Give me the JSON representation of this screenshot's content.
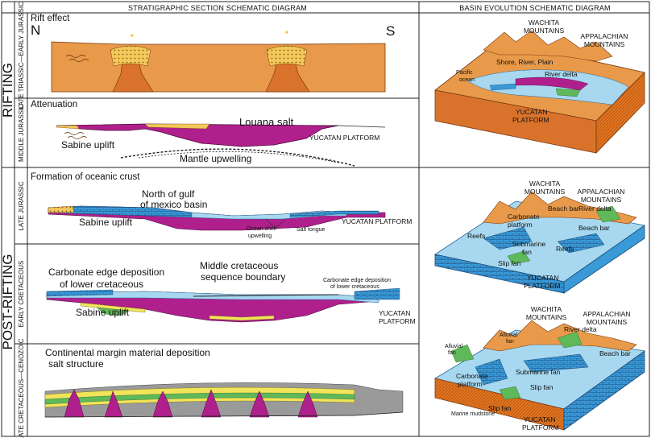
{
  "headers": {
    "section": "STRATIGRAPHIC SECTION SCHEMATIC DIAGRAM",
    "basin": "BASIN EVOLUTION SCHEMATIC DIAGRAM"
  },
  "stages": {
    "rifting": "RIFTING",
    "post_rifting": "POST-RIFTING"
  },
  "ages": {
    "late_triassic": "LATE TRIASSIC—EARLY JURASSIC",
    "middle_jurassic": "MIDDLE JURASSIC",
    "late_jurassic": "LATE JURASSIC",
    "early_cretaceous": "EARLY CRETACEOUS",
    "late_cretaceous": "LATE CRETACEOUS—CENOZOIC"
  },
  "panel1": {
    "title": "Rift effect",
    "north": "N",
    "south": "S"
  },
  "panel2": {
    "title": "Attenuation",
    "salt": "Louana salt",
    "sabine": "Sabine uplift",
    "yucatan": "YUCATAN PLATFORM",
    "mantle": "Mantle upwelling"
  },
  "panel3": {
    "title": "Formation of oceanic crust",
    "gulf_l1": "North of gulf",
    "gulf_l2": "of mexico basin",
    "sabine": "Sabine uplift",
    "ocean_l1": "Ocean shell",
    "ocean_l2": "upwelling",
    "salt_tongue": "Salt tongue",
    "yucatan": "YUCATAN PLATFORM"
  },
  "panel4": {
    "carb_l1": "Carbonate edge deposition",
    "carb_l2": "of lower cretaceous",
    "mid_l1": "Middle cretaceous",
    "mid_l2": "sequence boundary",
    "carb_r1": "Carbonate edge deposition",
    "carb_r2": "of lower cretaceous",
    "sabine": "Sabine uplift",
    "yuc_l1": "YUCATAN",
    "yuc_l2": "PLATFORM"
  },
  "panel5": {
    "title_l1": "Continental margin material deposition",
    "title_l2": "salt structure"
  },
  "block1": {
    "wachita_l1": "WACHITA",
    "wachita_l2": "MOUNTAINS",
    "app_l1": "APPALACHIAN",
    "app_l2": "MOUNTAINS",
    "shore": "Shore, River, Plain",
    "river_delta": "River delta",
    "pac_l1": "Pacific",
    "pac_l2": "ocean",
    "yuc_l1": "YUCATAN",
    "yuc_l2": "PLATFORM"
  },
  "block2": {
    "wachita_l1": "WACHITA",
    "wachita_l2": "MOUNTAINS",
    "app_l1": "APPALACHIAN",
    "app_l2": "MOUNTAINS",
    "beach_bar1": "Beach bar",
    "river_delta": "River delta",
    "carb_l1": "Carbonate",
    "carb_l2": "platform",
    "beach_bar2": "Beach bar",
    "reefs1": "Reefs",
    "sub_l1": "Submarine",
    "sub_l2": "fan",
    "reefs2": "Reefs",
    "slip_fan": "Slip fan",
    "yuc_l1": "YUCATAN",
    "yuc_l2": "PLATFORM"
  },
  "block3": {
    "wachita_l1": "WACHITA",
    "wachita_l2": "MOUNTAINS",
    "app_l1": "APPALACHIAN",
    "app_l2": "MOUNTAINS",
    "alluvial_fan1_l1": "Alluvial",
    "alluvial_fan1_l2": "fan",
    "river_delta": "River delta",
    "alluvial_fan2_l1": "Alluvial",
    "alluvial_fan2_l2": "fan",
    "beach_bar": "Beach bar",
    "carb_l1": "Carbonate",
    "carb_l2": "platform",
    "submarine_fan": "Submarine fan",
    "slip_fan1": "Slip fan",
    "slip_fan2": "Slip fan",
    "yuc_l1": "YUCATAN",
    "yuc_l2": "PLATFORM",
    "marine_mudstone": "Marine mudstone"
  },
  "colors": {
    "orange": "#e89a4a",
    "dark_orange": "#d9732c",
    "magenta": "#b0208c",
    "blue": "#3a9ad8",
    "light_blue": "#a8d8f0",
    "yellow": "#f2e45a",
    "green": "#5fb85a",
    "gray": "#9a9a9a"
  }
}
